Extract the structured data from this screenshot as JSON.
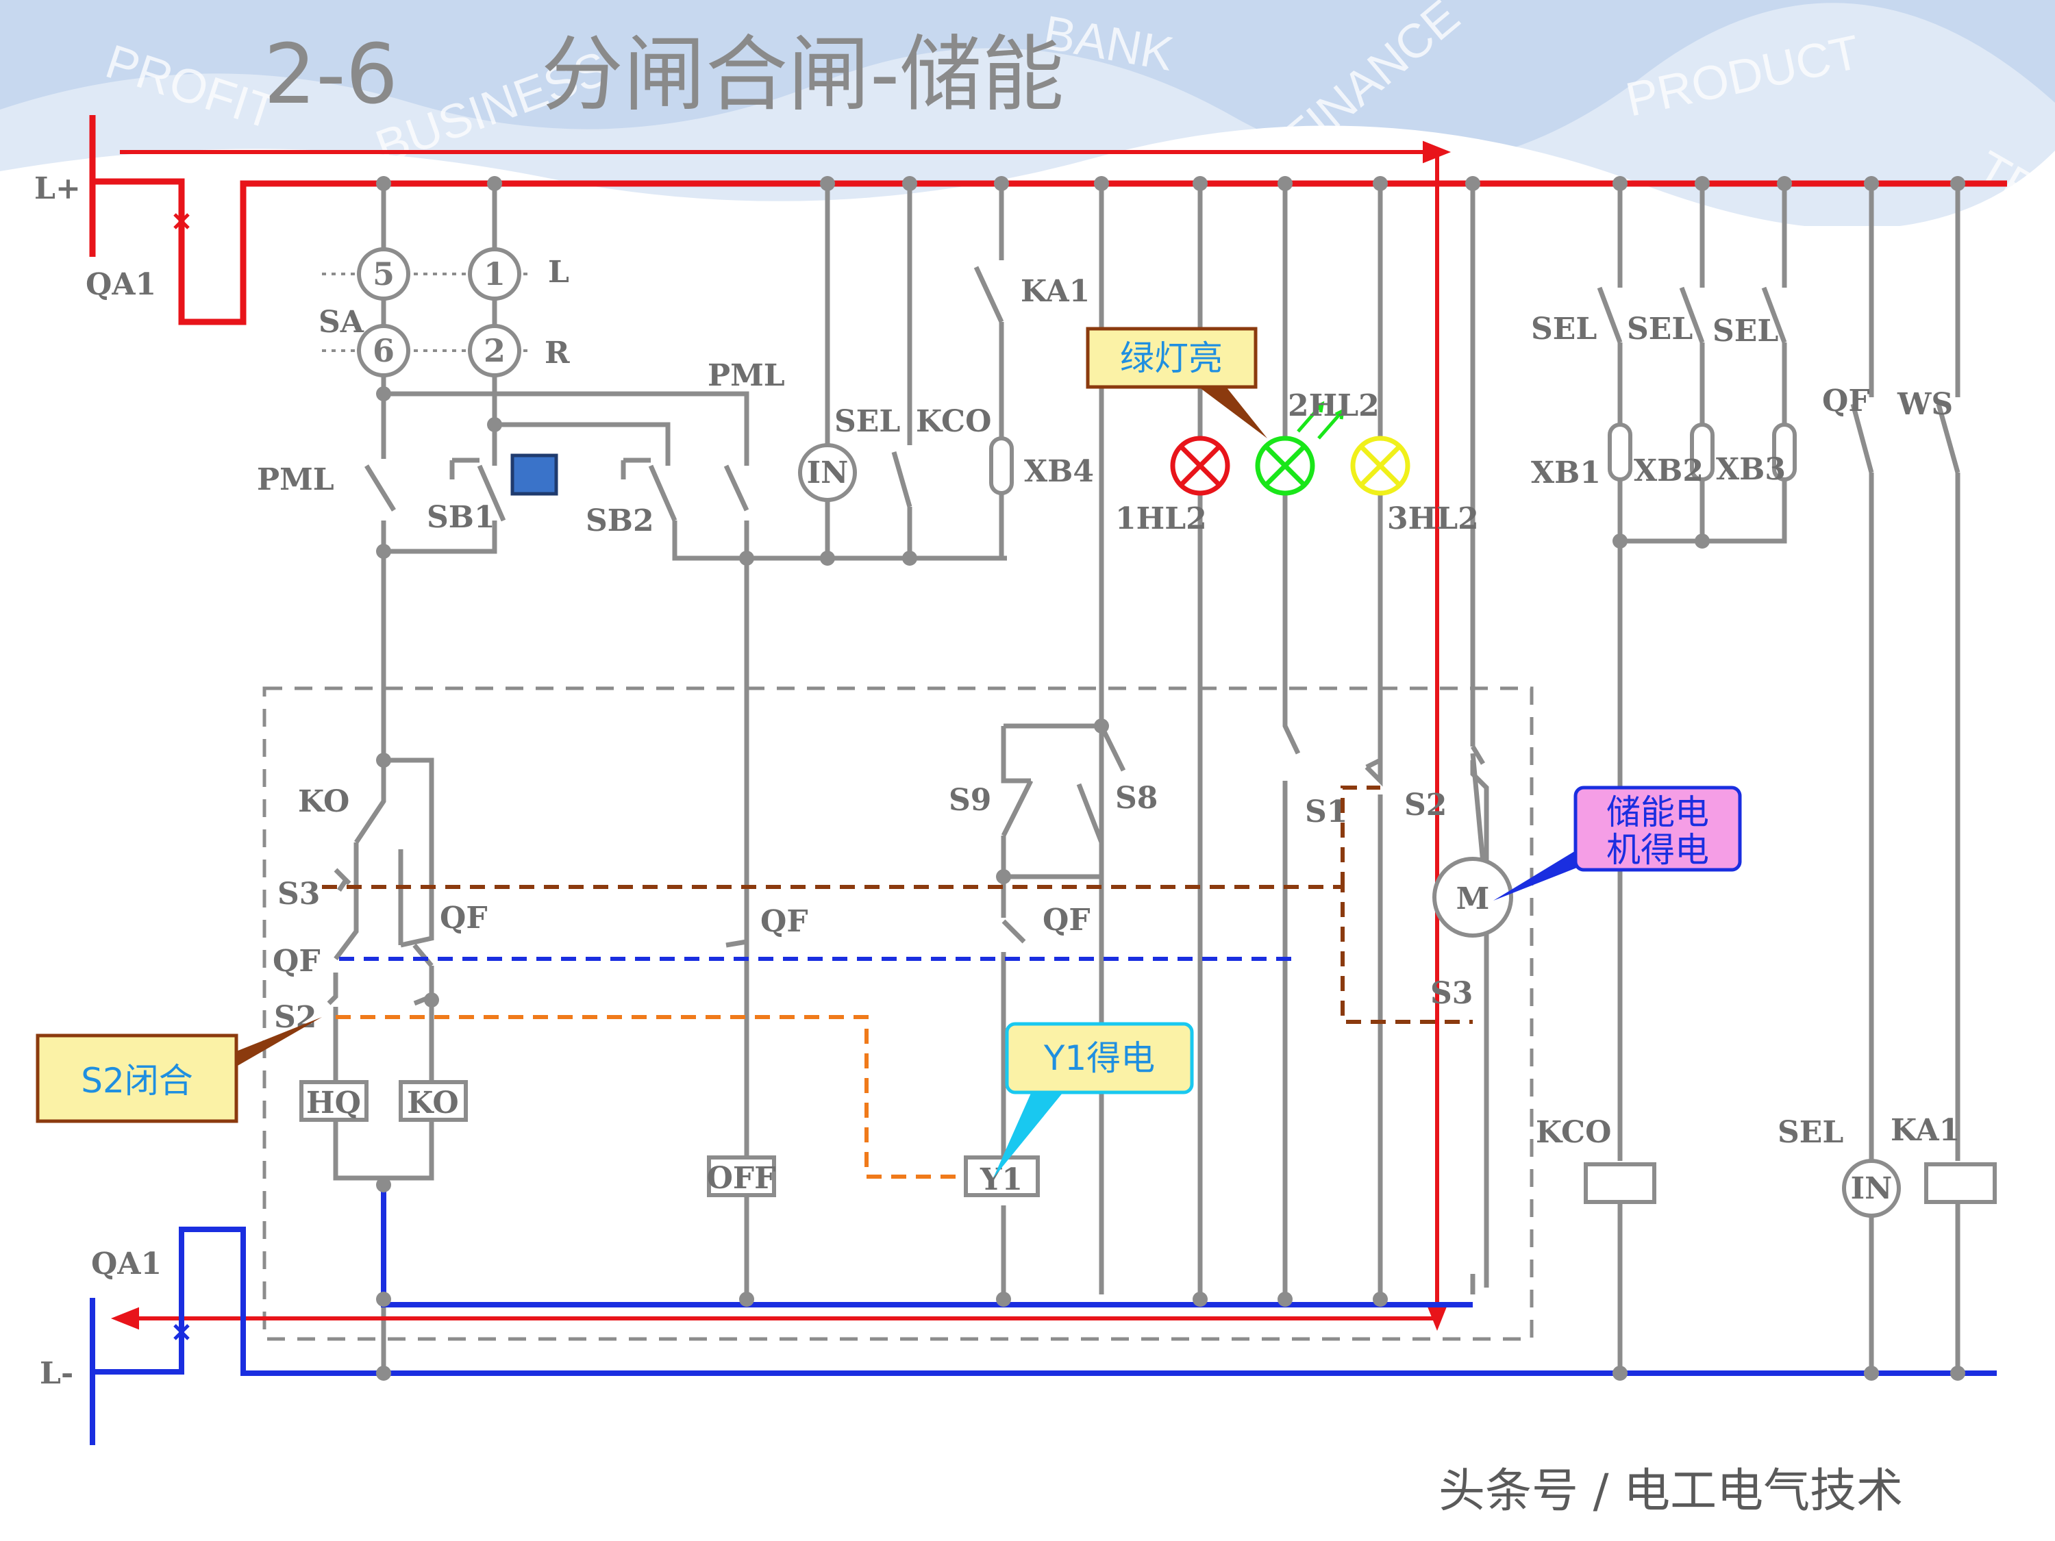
{
  "title": {
    "number": "2-6",
    "text": "分闸合闸-储能"
  },
  "watermark": [
    "PROFIT",
    "BUSINESS",
    "BANK",
    "FINANCE",
    "PRODUCT",
    "TRADE"
  ],
  "buses": {
    "positive": "L+",
    "negative": "L-",
    "breaker_top": "QA1",
    "breaker_bottom": "QA1"
  },
  "switch_contacts": {
    "c5": "5",
    "c1": "1",
    "c6": "6",
    "c2": "2",
    "sa": "SA",
    "l": "L",
    "r": "R"
  },
  "labels": {
    "pml_left": "PML",
    "sb1": "SB1",
    "sb2": "SB2",
    "pml_top": "PML",
    "sel_mid": "SEL",
    "kco_mid": "KCO",
    "ka1_top": "KA1",
    "xb4": "XB4",
    "in_mid": "IN",
    "hl1": "1HL2",
    "hl2": "2HL2",
    "hl3": "3HL2",
    "sel_r1": "SEL",
    "sel_r2": "SEL",
    "sel_r3": "SEL",
    "xb1": "XB1",
    "xb2": "XB2",
    "xb3": "XB3",
    "qf_right": "QF",
    "ws": "WS",
    "ko": "KO",
    "s3_left": "S3",
    "qf_left": "QF",
    "qf_a": "QF",
    "s2_left": "S2",
    "hq": "HQ",
    "ko_coil": "KO",
    "qf_b": "QF",
    "off": "OFF",
    "s9": "S9",
    "s8": "S8",
    "qf_c": "QF",
    "y1": "Y1",
    "s1": "S1",
    "s2_right": "S2",
    "m": "M",
    "s3_right": "S3",
    "kco_bottom": "KCO",
    "sel_bottom": "SEL",
    "ka1_bottom": "KA1",
    "in_bottom": "IN"
  },
  "callouts": {
    "green_light": "绿灯亮",
    "motor": [
      "储能电",
      "机得电"
    ],
    "s2_closed": "S2闭合",
    "y1_energized": "Y1得电"
  },
  "footer": "头条号 / 电工电气技术",
  "colors": {
    "wire": "#8c8c8c",
    "positive": "#e8141a",
    "negative": "#1a2ee0",
    "dash_brown": "#8b3a0e",
    "dash_blue": "#1a2ee0",
    "dash_orange": "#f07a1a",
    "callout_yellow": "#fbf2a6",
    "callout_pink": "#f59ee6",
    "callout_cyan": "#fbf2a6"
  }
}
